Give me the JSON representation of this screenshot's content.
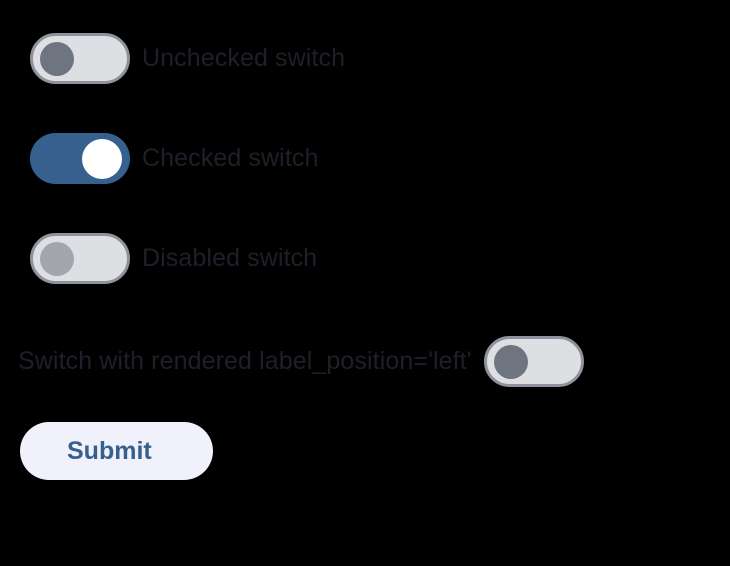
{
  "page": {
    "background_color": "#000000",
    "text_color": "#1d2028"
  },
  "theme": {
    "track_off_color": "#dedfe3",
    "track_border_color": "#8e929c",
    "knob_off_color": "#6e7480",
    "knob_disabled_color": "#a3a6ad",
    "track_on_color": "#36618e",
    "knob_on_color": "#ffffff",
    "button_bg_color": "#f0f1fa",
    "button_text_color": "#36618e"
  },
  "switches": [
    {
      "name": "unchecked-switch",
      "label": "Unchecked switch",
      "checked": false,
      "disabled": false,
      "label_position": "right",
      "state_text": "off"
    },
    {
      "name": "checked-switch",
      "label": "Checked switch",
      "checked": true,
      "disabled": false,
      "label_position": "right",
      "state_text": "on"
    },
    {
      "name": "disabled-switch",
      "label": "Disabled switch",
      "checked": false,
      "disabled": true,
      "label_position": "right",
      "state_text": "off"
    },
    {
      "name": "left-label-switch",
      "label": "Switch with rendered label_position='left'",
      "checked": false,
      "disabled": false,
      "label_position": "left",
      "state_text": "off"
    }
  ],
  "form": {
    "submit_label": "Submit"
  }
}
